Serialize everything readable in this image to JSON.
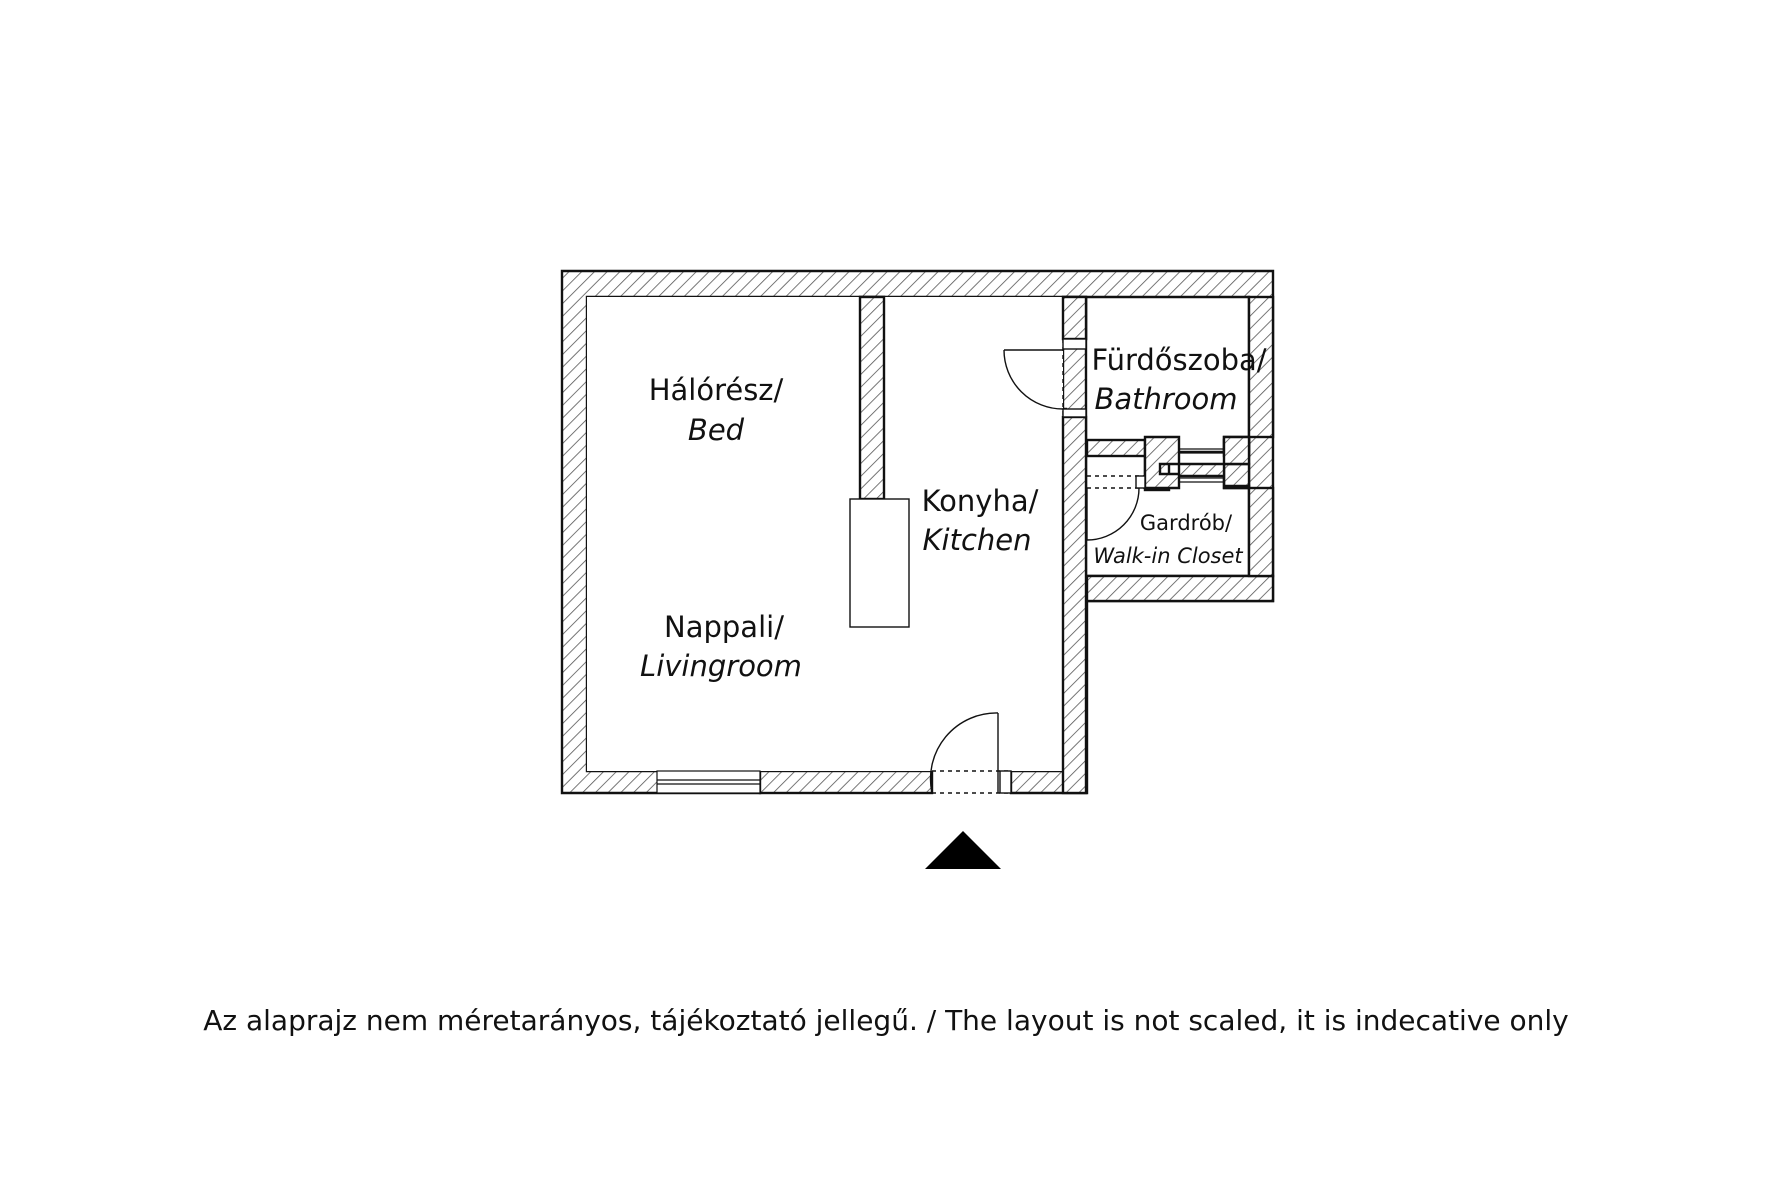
{
  "rooms": {
    "bed": {
      "hu": "Hálórész/",
      "en": "Bed"
    },
    "kitchen": {
      "hu": "Konyha/",
      "en": "Kitchen"
    },
    "bathroom": {
      "hu": "Fürdőszoba/",
      "en": "Bathroom"
    },
    "closet": {
      "hu": "Gardrób/",
      "en": "Walk-in Closet"
    },
    "living": {
      "hu": "Nappali/",
      "en": "Livingroom"
    }
  },
  "footer_note": "Az alaprajz nem méretarányos, tájékoztató jellegű. / The layout is not scaled, it is indecative only",
  "colors": {
    "wall_line": "#111111",
    "hatch": "#555555",
    "background": "#ffffff"
  },
  "icons": {
    "entrance": "triangle-up-arrow"
  }
}
